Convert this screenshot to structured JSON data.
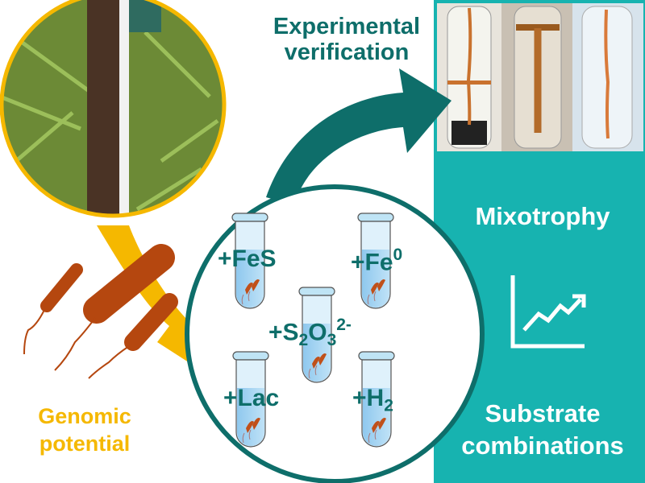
{
  "title_experimental": {
    "line1": "Experimental",
    "line2": "verification"
  },
  "title_genomic": {
    "line1": "Genomic",
    "line2": "potential"
  },
  "title_mixotrophy": "Mixotrophy",
  "title_substrate": {
    "line1": "Substrate",
    "line2": "combinations"
  },
  "substrates": {
    "fes": "+FeS",
    "fe0": {
      "base": "+Fe",
      "sup": "0"
    },
    "thiosulfate": {
      "a": "+S",
      "sub1": "2",
      "b": "O",
      "sub2": "3",
      "sup": "2-"
    },
    "lac": "+Lac",
    "h2": {
      "base": "+H",
      "sub": "2"
    }
  },
  "colors": {
    "teal_panel": "#17b3b0",
    "teal_dark": "#0e6e6a",
    "yellow": "#f5b800",
    "bacteria": "#b5470f"
  },
  "icons": [
    "growth-chart-icon",
    "bacteria-icon",
    "test-tube-icon"
  ]
}
